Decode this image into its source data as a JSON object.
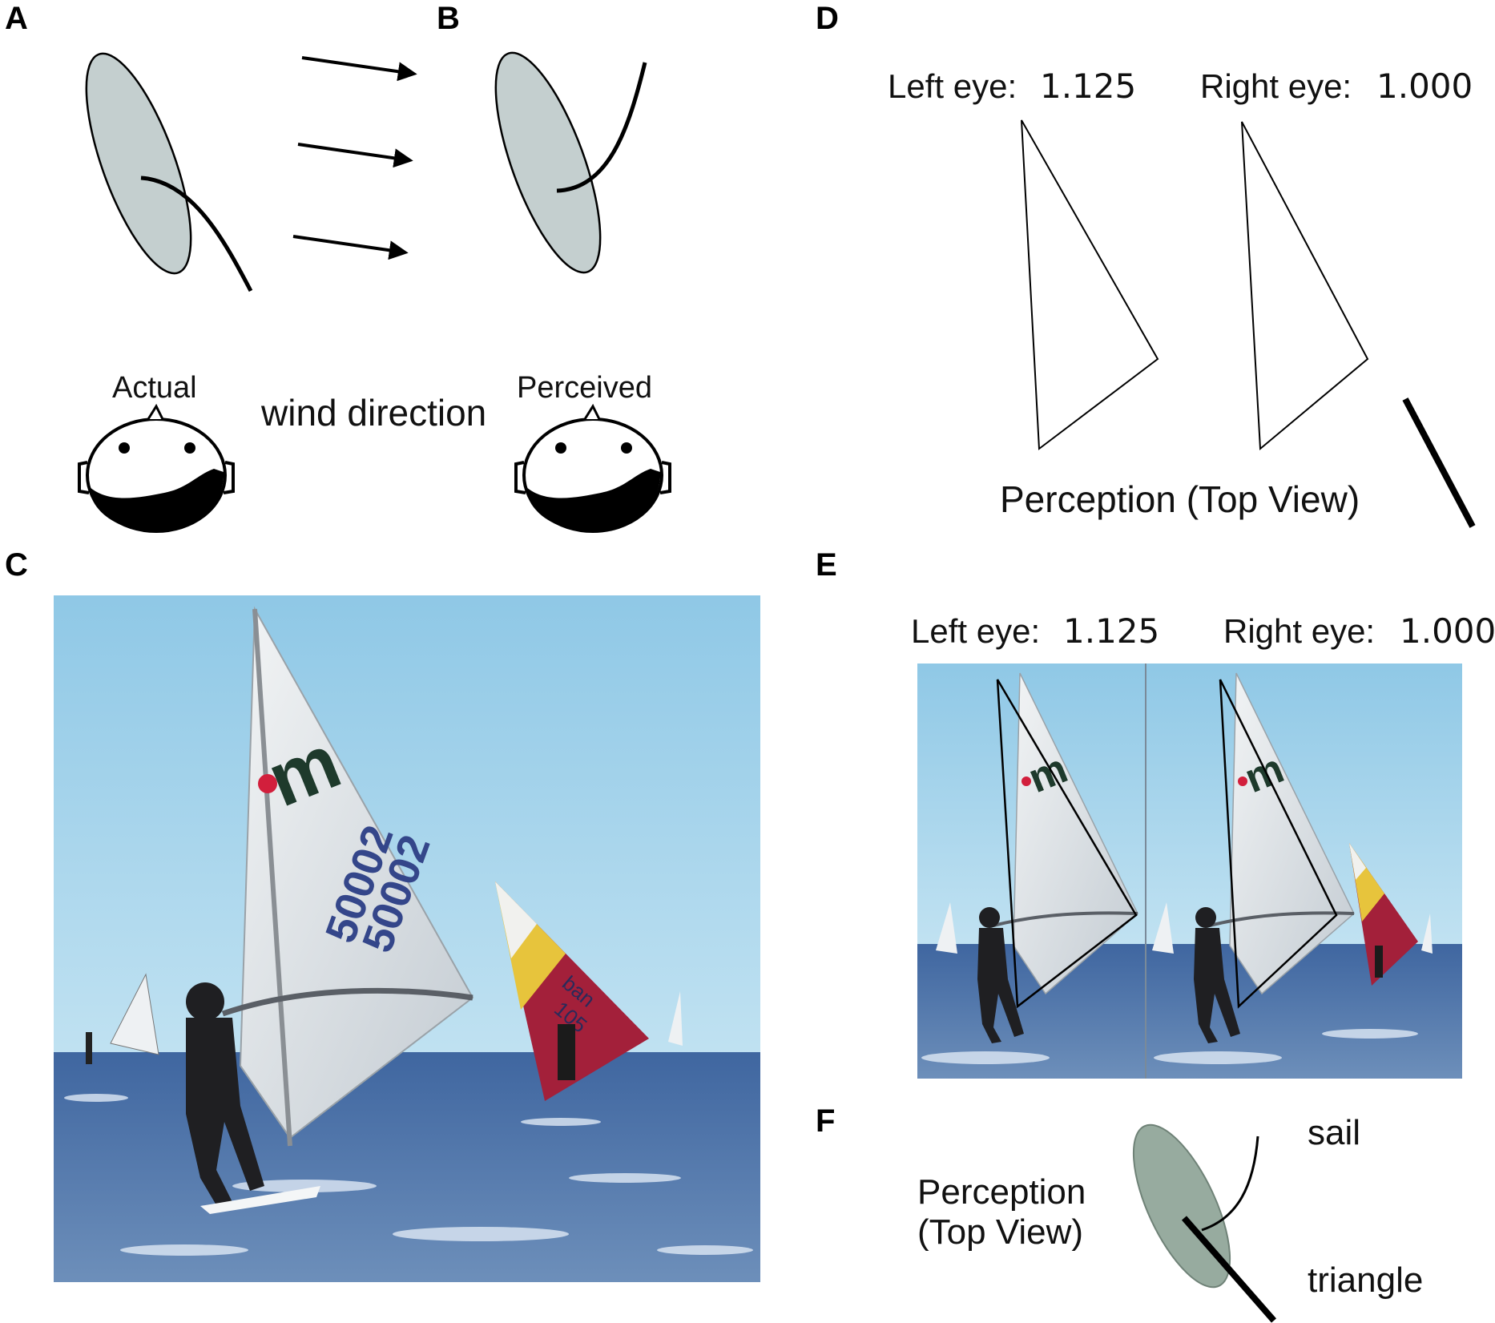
{
  "panels": {
    "a": {
      "letter": "A",
      "caption": "Actual"
    },
    "b": {
      "letter": "B",
      "caption": "Perceived"
    },
    "ab_shared_caption": "wind direction",
    "c": {
      "letter": "C"
    },
    "d": {
      "letter": "D",
      "left_eye_label": "Left eye:",
      "left_eye_value": "1.125",
      "right_eye_label": "Right eye:",
      "right_eye_value": "1.000",
      "caption": "Perception (Top View)"
    },
    "e": {
      "letter": "E",
      "left_eye_label": "Left eye:",
      "left_eye_value": "1.125",
      "right_eye_label": "Right eye:",
      "right_eye_value": "1.000"
    },
    "f": {
      "letter": "F",
      "caption_line1": "Perception",
      "caption_line2": "(Top View)",
      "sail_label": "sail",
      "triangle_label": "triangle"
    }
  },
  "photo": {
    "sail_logo": "m",
    "sail_number_1": "50002",
    "sail_number_2": "50002",
    "second_sail_text_1": "ban",
    "second_sail_text_2": "105"
  },
  "colors": {
    "sail_fill": "#c4cfcf",
    "sail_fill_f": "#97ab9f",
    "sky_top": "#8fc8e6",
    "sky_bottom": "#d4ecf6",
    "sea": "#4f78a8",
    "yellow_sail": "#e7c43c",
    "red_sail": "#a3203a"
  },
  "icons": {
    "head": "head-top-view-icon",
    "arrow": "wind-arrow-icon"
  }
}
